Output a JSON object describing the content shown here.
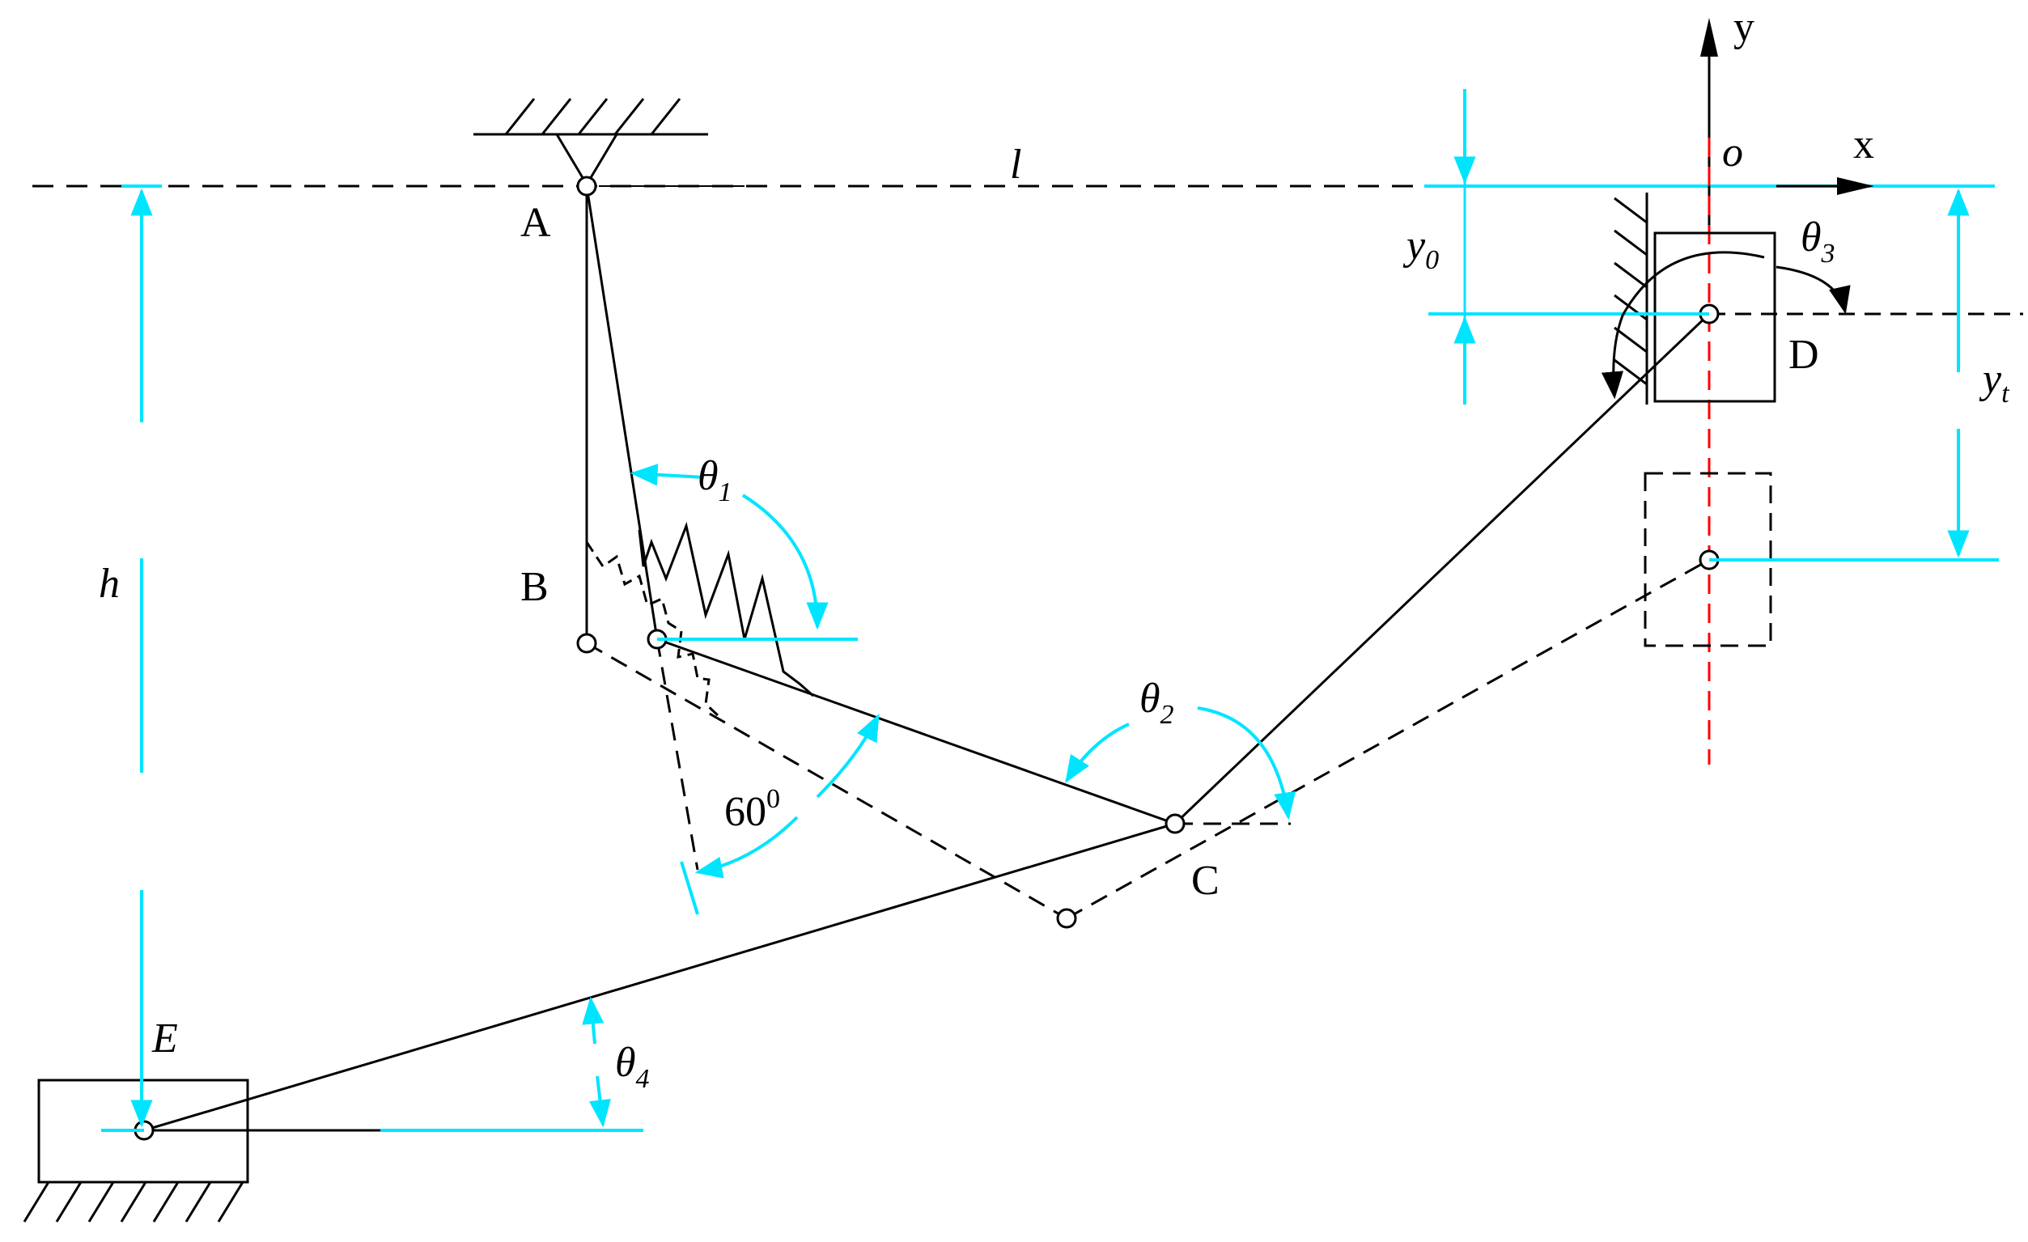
{
  "diagram": {
    "points": {
      "A": "A",
      "B": "B",
      "C": "C",
      "D": "D",
      "E": "E"
    },
    "axes": {
      "x": "x",
      "y": "y",
      "origin": "o"
    },
    "dimensions": {
      "l": "l",
      "h": "h",
      "y0_base": "y",
      "y0_sub": "0",
      "yt_base": "y",
      "yt_sub": "t"
    },
    "angles": {
      "theta": "θ",
      "theta1_sub": "1",
      "theta2_sub": "2",
      "theta3_sub": "3",
      "theta4_sub": "4",
      "angle60_value": "60",
      "angle60_sup": "0"
    },
    "colors": {
      "line": "#000000",
      "dimension": "#00e5ff",
      "axis_center": "#ff0000"
    }
  }
}
